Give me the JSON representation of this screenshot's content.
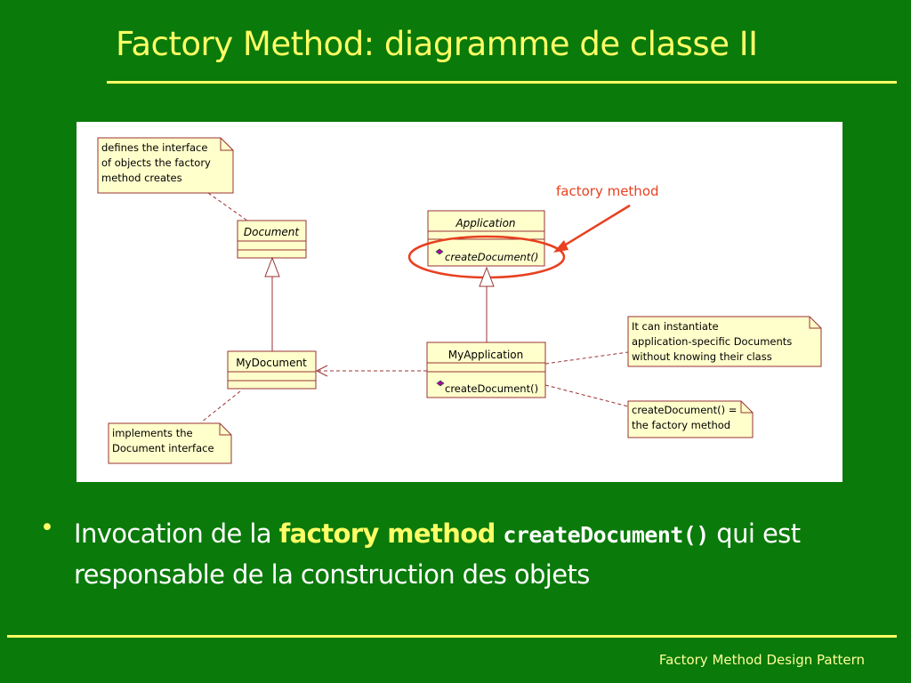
{
  "slide": {
    "title": "Factory Method: diagramme de classe II",
    "footer": "Factory Method Design Pattern"
  },
  "bullet": {
    "prefix": "Invocation de la ",
    "highlight": "factory method",
    "code": "createDocument()",
    "suffix": " qui est responsable de la construction des objets"
  },
  "diagram": {
    "annotation_label": "factory method",
    "classes": {
      "document": {
        "name": "Document"
      },
      "application": {
        "name": "Application",
        "method": "createDocument()"
      },
      "mydocument": {
        "name": "MyDocument"
      },
      "myapplication": {
        "name": "MyApplication",
        "method": "createDocument()"
      }
    },
    "notes": {
      "note1": [
        "defines the interface",
        "of objects the factory",
        "method creates"
      ],
      "note2": [
        "implements the",
        "Document interface"
      ],
      "note3": [
        "It can instantiate",
        "application-specific Documents",
        "without knowing their class"
      ],
      "note4": [
        "createDocument() =",
        "the factory method"
      ]
    },
    "colors": {
      "class_fill": "#ffffcc",
      "class_border": "#993333",
      "highlight": "#e84020",
      "method_icon": "#b000b0"
    }
  }
}
